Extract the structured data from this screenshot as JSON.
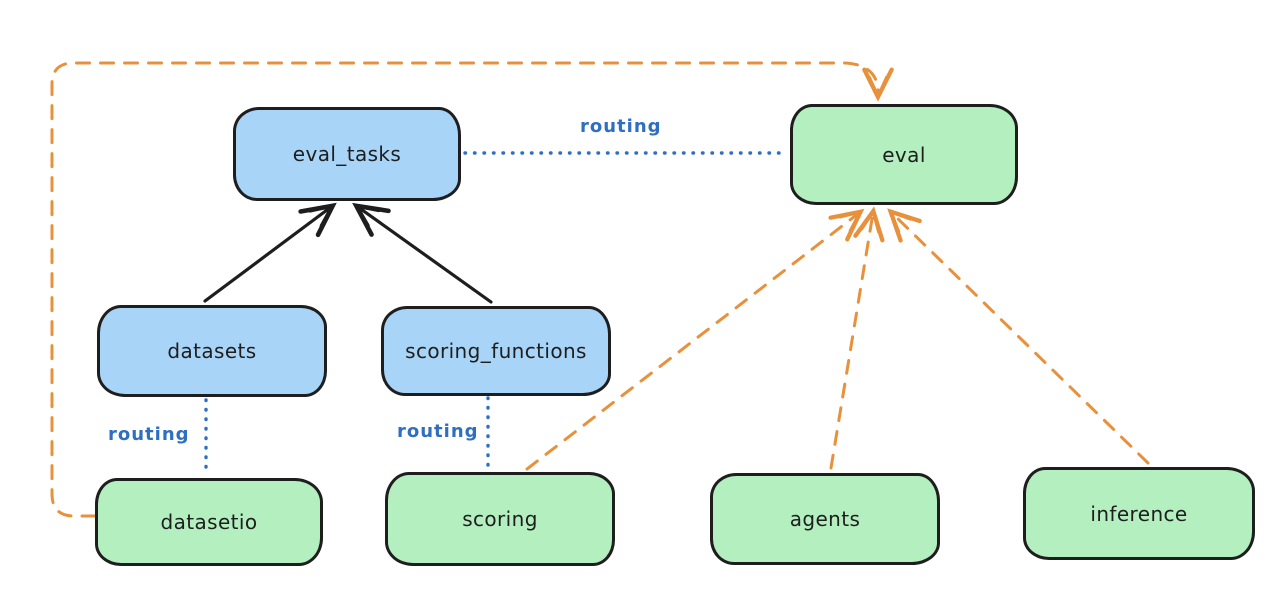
{
  "diagram": {
    "type": "flowchart",
    "background": "#ffffff",
    "colors": {
      "blue_node_fill": "#a8d4f7",
      "green_node_fill": "#b4efbf",
      "node_border": "#1e1e1e",
      "solid_edge": "#1e1e1e",
      "routing_edge": "#2f6fc1",
      "dashed_edge": "#e8913c"
    },
    "nodes": [
      {
        "id": "eval_tasks",
        "label": "eval_tasks",
        "fill": "blue"
      },
      {
        "id": "eval",
        "label": "eval",
        "fill": "green"
      },
      {
        "id": "datasets",
        "label": "datasets",
        "fill": "blue"
      },
      {
        "id": "scoring_functions",
        "label": "scoring_functions",
        "fill": "blue"
      },
      {
        "id": "datasetio",
        "label": "datasetio",
        "fill": "green"
      },
      {
        "id": "scoring",
        "label": "scoring",
        "fill": "green"
      },
      {
        "id": "agents",
        "label": "agents",
        "fill": "green"
      },
      {
        "id": "inference",
        "label": "inference",
        "fill": "green"
      }
    ],
    "edges": [
      {
        "from": "datasets",
        "to": "eval_tasks",
        "style": "solid",
        "arrow": true,
        "label": ""
      },
      {
        "from": "scoring_functions",
        "to": "eval_tasks",
        "style": "solid",
        "arrow": true,
        "label": ""
      },
      {
        "from": "eval_tasks",
        "to": "eval",
        "style": "dotted",
        "arrow": false,
        "label": "routing"
      },
      {
        "from": "datasets",
        "to": "datasetio",
        "style": "dotted",
        "arrow": false,
        "label": "routing"
      },
      {
        "from": "scoring_functions",
        "to": "scoring",
        "style": "dotted",
        "arrow": false,
        "label": "routing"
      },
      {
        "from": "datasetio",
        "to": "eval",
        "style": "dashed",
        "arrow": true,
        "label": ""
      },
      {
        "from": "scoring",
        "to": "eval",
        "style": "dashed",
        "arrow": true,
        "label": ""
      },
      {
        "from": "agents",
        "to": "eval",
        "style": "dashed",
        "arrow": true,
        "label": ""
      },
      {
        "from": "inference",
        "to": "eval",
        "style": "dashed",
        "arrow": true,
        "label": ""
      }
    ]
  }
}
